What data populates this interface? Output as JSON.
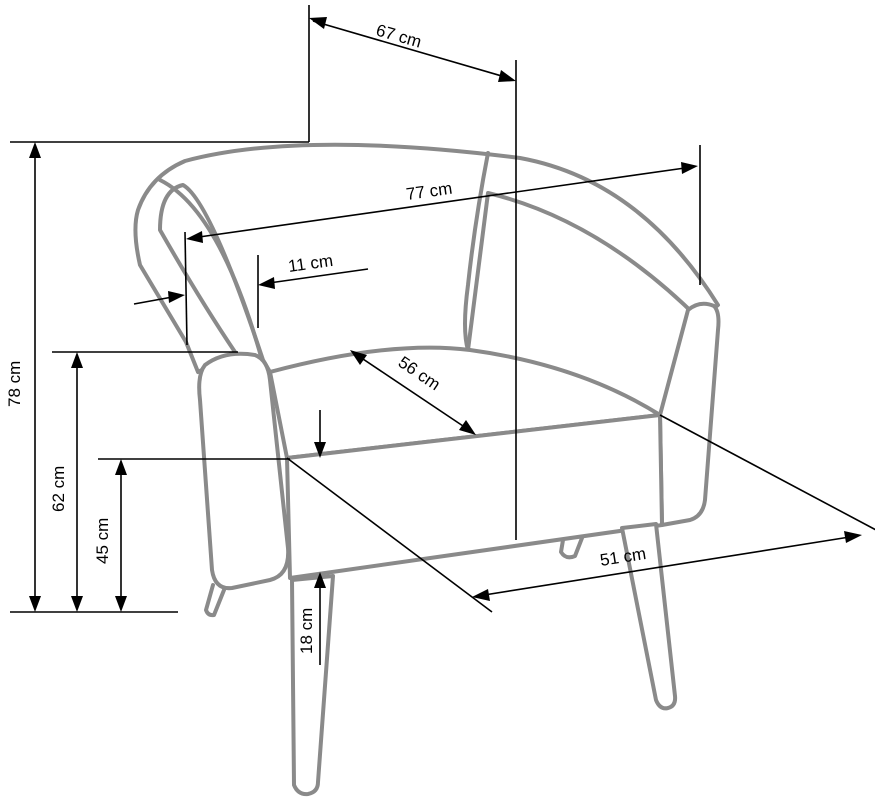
{
  "diagram": {
    "subject": "armchair-dimensions",
    "colors": {
      "chair_outline": "#8a8a8a",
      "dimension_lines": "#000000",
      "background": "#ffffff"
    },
    "dimensions": {
      "top_depth": "67 cm",
      "total_width": "77 cm",
      "armrest_width": "11 cm",
      "seat_depth": "56 cm",
      "seat_width": "51 cm",
      "total_height": "78 cm",
      "armrest_height": "62 cm",
      "seat_height": "45 cm",
      "seat_cushion_thickness": "18 cm"
    }
  }
}
